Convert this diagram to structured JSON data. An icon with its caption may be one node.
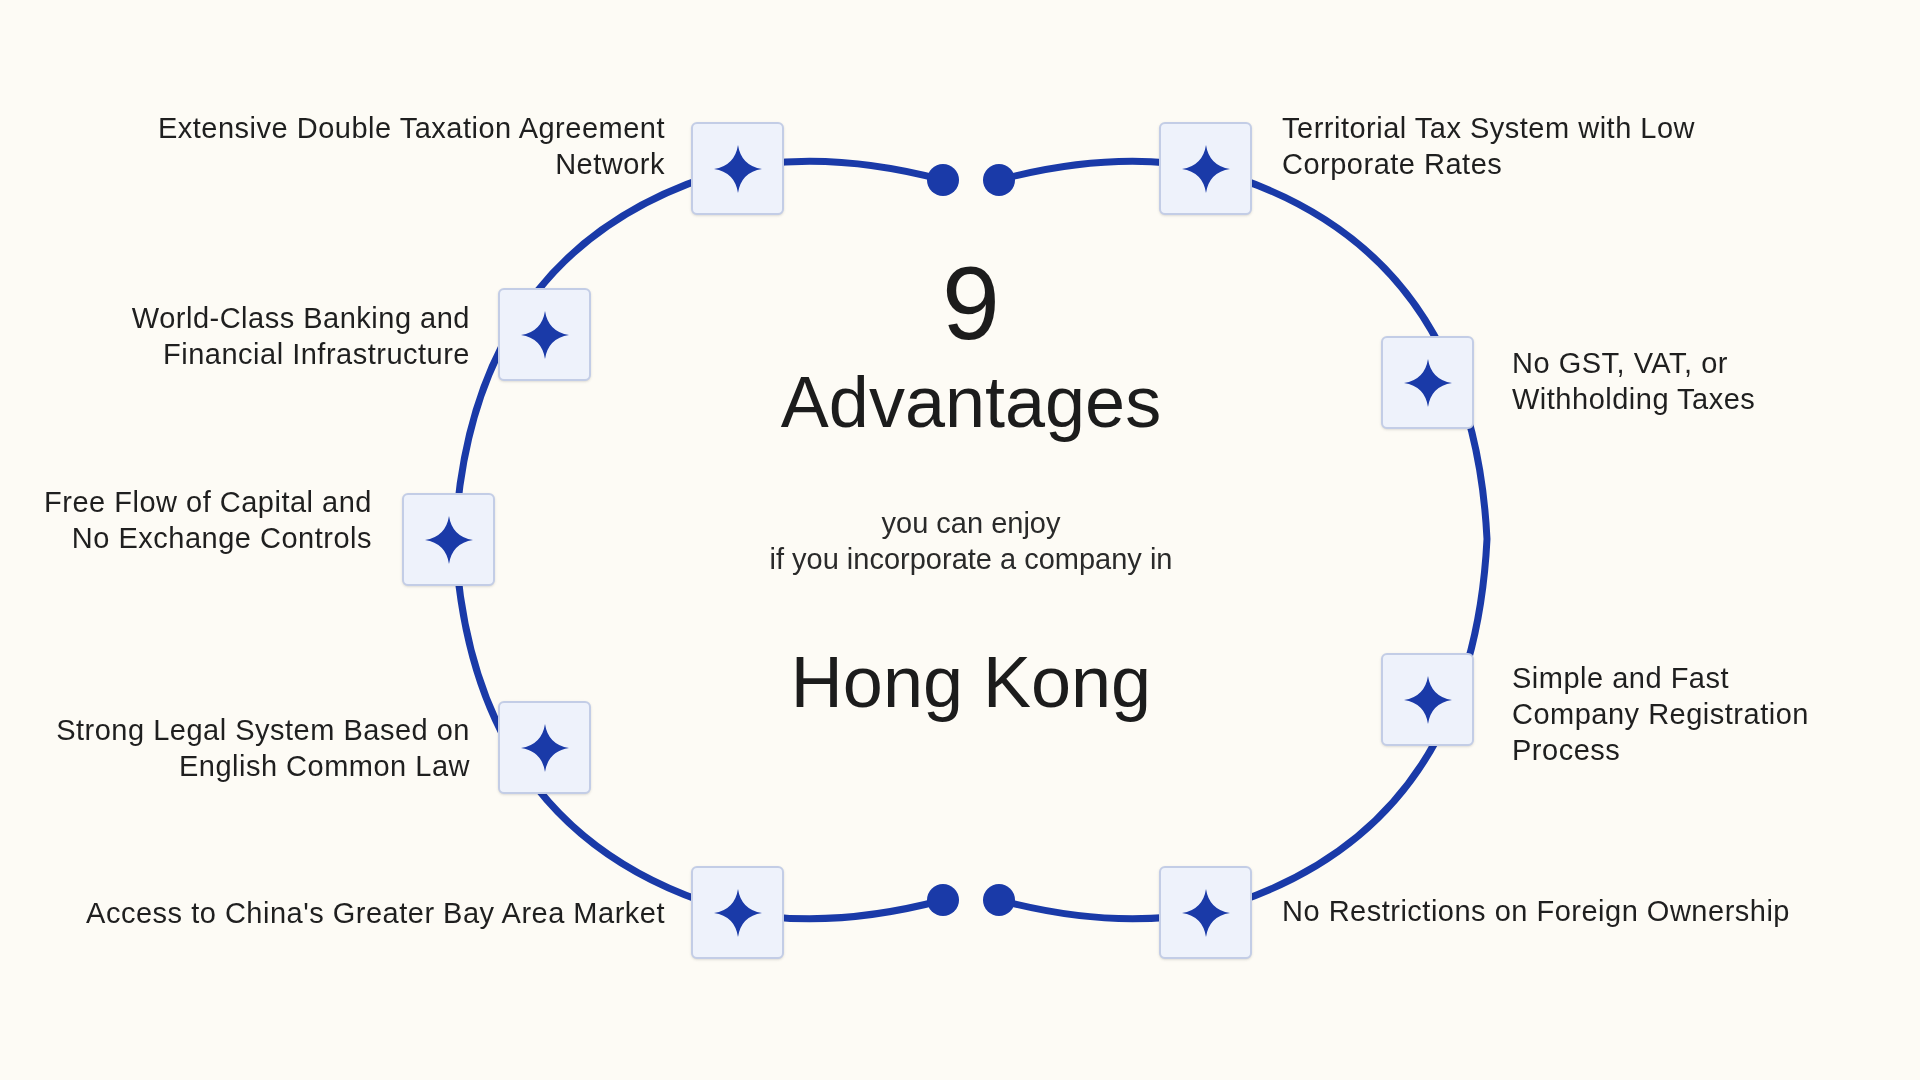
{
  "diagram": {
    "nodes": [
      {
        "text": [],
        "shape": "box",
        "beside": [
          "Extensive Double Taxation Agreement Network"
        ]
      },
      {
        "text": [],
        "shape": "box",
        "beside": [
          "World-Class Banking and Financial Infrastructure"
        ]
      },
      {
        "text": [],
        "shape": "box",
        "beside": [
          "Free Flow of Capital and No Exchange Controls"
        ]
      },
      {
        "text": [],
        "shape": "box",
        "beside": [
          "Strong Legal System Based on English Common Law"
        ]
      },
      {
        "text": [],
        "shape": "box",
        "beside": [
          "Access to China's Greater Bay Area Market"
        ]
      },
      {
        "text": [],
        "shape": "box",
        "beside": [
          "Territorial Tax System with Low Corporate Rates"
        ]
      },
      {
        "text": [],
        "shape": "box",
        "beside": [
          "No GST, VAT, or Withholding Taxes"
        ]
      },
      {
        "text": [],
        "shape": "box",
        "beside": [
          "Simple and Fast Company Registration Process"
        ]
      },
      {
        "text": [],
        "shape": "box",
        "beside": [
          "No Restrictions on Foreign Ownership"
        ]
      }
    ],
    "labels": [
      "9",
      "Advantages",
      "you can enjoy",
      "if you incorporate a company in",
      "Hong Kong"
    ]
  }
}
